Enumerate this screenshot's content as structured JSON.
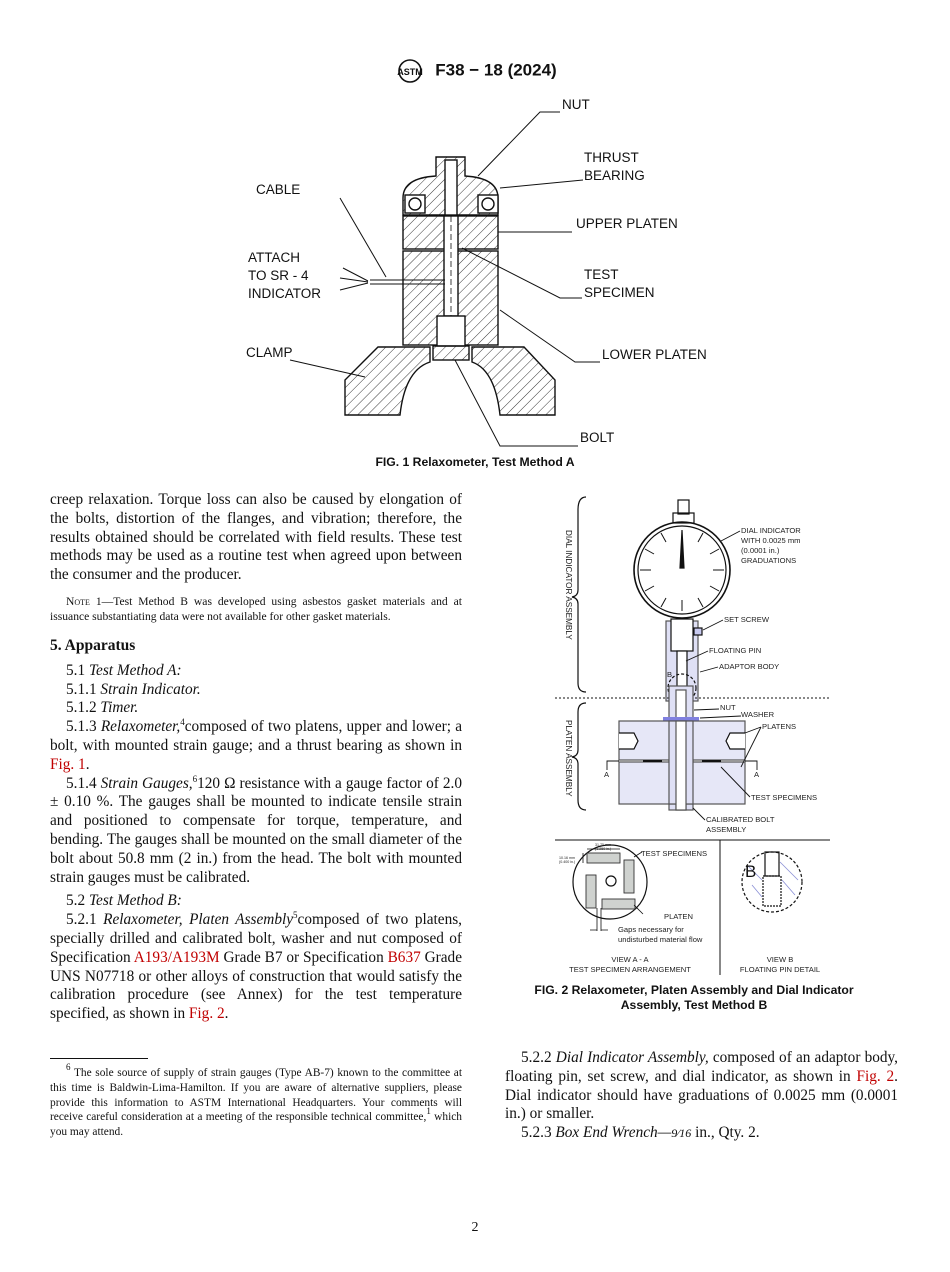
{
  "header": {
    "logo": "ASTM",
    "designation": "F38 − 18 (2024)"
  },
  "figure1": {
    "labels": {
      "nut": "NUT",
      "thrust_bearing": [
        "THRUST",
        "BEARING"
      ],
      "cable": "CABLE",
      "attach": [
        "ATTACH",
        "TO SR - 4",
        "INDICATOR"
      ],
      "upper_platen": "UPPER PLATEN",
      "test_specimen": [
        "TEST",
        "SPECIMEN"
      ],
      "clamp": "CLAMP",
      "lower_platen": "LOWER PLATEN",
      "bolt": "BOLT"
    },
    "caption": "FIG. 1  Relaxometer, Test Method A"
  },
  "left": {
    "intro": "creep relaxation. Torque loss can also be caused by elongation of the bolts, distortion of the flanges, and vibration; therefore, the results obtained should be correlated with field results. These test methods may be used as a routine test when agreed upon between the consumer and the producer.",
    "note": {
      "label": "Note 1",
      "text": "—Test Method B was developed using asbestos gasket materials and at issuance substantiating data were not available for other gasket materials."
    },
    "section_heading": "5.  Apparatus",
    "s5_1": {
      "num": "5.1",
      "title": "Test Method A:"
    },
    "s5_1_1": {
      "num": "5.1.1",
      "title": "Strain Indicator."
    },
    "s5_1_2": {
      "num": "5.1.2",
      "title": "Timer."
    },
    "s5_1_3": {
      "num": "5.1.3",
      "title": "Relaxometer,",
      "sup": "4",
      "text": "composed of two platens, upper and lower; a bolt, with mounted strain gauge; and a thrust bearing as shown in ",
      "link": "Fig. 1",
      "after": "."
    },
    "s5_1_4": {
      "num": "5.1.4",
      "title": "Strain Gauges,",
      "sup": "6",
      "text": "120 Ω resistance with a gauge factor of 2.0 ± 0.10 %. The gauges shall be mounted to indicate tensile strain and positioned to compensate for torque, temperature, and bending. The gauges shall be mounted on the small diameter of the bolt about 50.8 mm (2 in.) from the head. The bolt with mounted strain gauges must be calibrated."
    },
    "s5_2": {
      "num": "5.2",
      "title": "Test Method B:"
    },
    "s5_2_1": {
      "num": "5.2.1",
      "title": "Relaxometer, Platen Assembly",
      "sup": "5",
      "text1": "composed of two platens, specially drilled and calibrated bolt, washer and nut composed of Specification ",
      "link1": "A193/A193M",
      "text2": " Grade B7 or Specification ",
      "link2": "B637",
      "text3": " Grade UNS N07718 or other alloys of construction that would satisfy the calibration procedure (see Annex) for the test temperature specified, as shown in ",
      "link3": "Fig. 2",
      "after": "."
    },
    "footnote": {
      "mark": "6",
      "text": " The sole source of supply of strain gauges (Type AB-7) known to the committee at this time is Baldwin-Lima-Hamilton. If you are aware of alternative suppliers, please provide this information to ASTM International Headquarters. Your comments will receive careful consideration at a meeting of the responsible technical committee,",
      "sup": "1",
      "after": " which you may attend."
    }
  },
  "figure2": {
    "labels": {
      "dial_assembly": "DIAL INDICATOR ASSEMBLY",
      "platen_assembly": "PLATEN ASSEMBLY",
      "dial_indicator": [
        "DIAL INDICATOR",
        "WITH 0.0025 mm",
        "(0.0001 in.)",
        "GRADUATIONS"
      ],
      "set_screw": "SET SCREW",
      "floating_pin": "FLOATING PIN",
      "adaptor_body": "ADAPTOR BODY",
      "nut": "NUT",
      "washer": "WASHER",
      "platens": "PLATENS",
      "test_specimens": "TEST SPECIMENS",
      "bolt": [
        "CALIBRATED BOLT",
        "ASSEMBLY"
      ],
      "section_a": "A",
      "detail_b": "B",
      "view_a_specimens": "TEST SPECIMENS",
      "view_a_platen": "PLATEN",
      "gaps": [
        "Gaps necessary for",
        "undisturbed material flow"
      ],
      "dim_w": [
        "31.75 mm",
        "(1.250 in.)"
      ],
      "dim_h": [
        "10.16 mm",
        "(0.400 in.)"
      ],
      "view_a": [
        "VIEW A - A",
        "TEST SPECIMEN ARRANGEMENT"
      ],
      "view_b": [
        "VIEW B",
        "FLOATING PIN DETAIL"
      ]
    },
    "caption": [
      "FIG. 2  Relaxometer, Platen Assembly and Dial Indicator",
      "Assembly, Test Method B"
    ]
  },
  "right": {
    "s5_2_2": {
      "num": "5.2.2",
      "title": "Dial Indicator Assembly,",
      "text": " composed of an adaptor body, floating pin, set screw, and dial indicator, as shown in ",
      "link": "Fig. 2",
      "after": ". Dial indicator should have graduations of 0.0025 mm (0.0001 in.) or smaller."
    },
    "s5_2_3": {
      "num": "5.2.3",
      "title": "Box End Wrench—",
      "frac": "9⁄16",
      "after": " in., Qty. 2."
    }
  },
  "page_number": "2",
  "colors": {
    "link": "#c00000",
    "hatch_fig2": "#8a8fd6",
    "washer": "#8080e0"
  }
}
